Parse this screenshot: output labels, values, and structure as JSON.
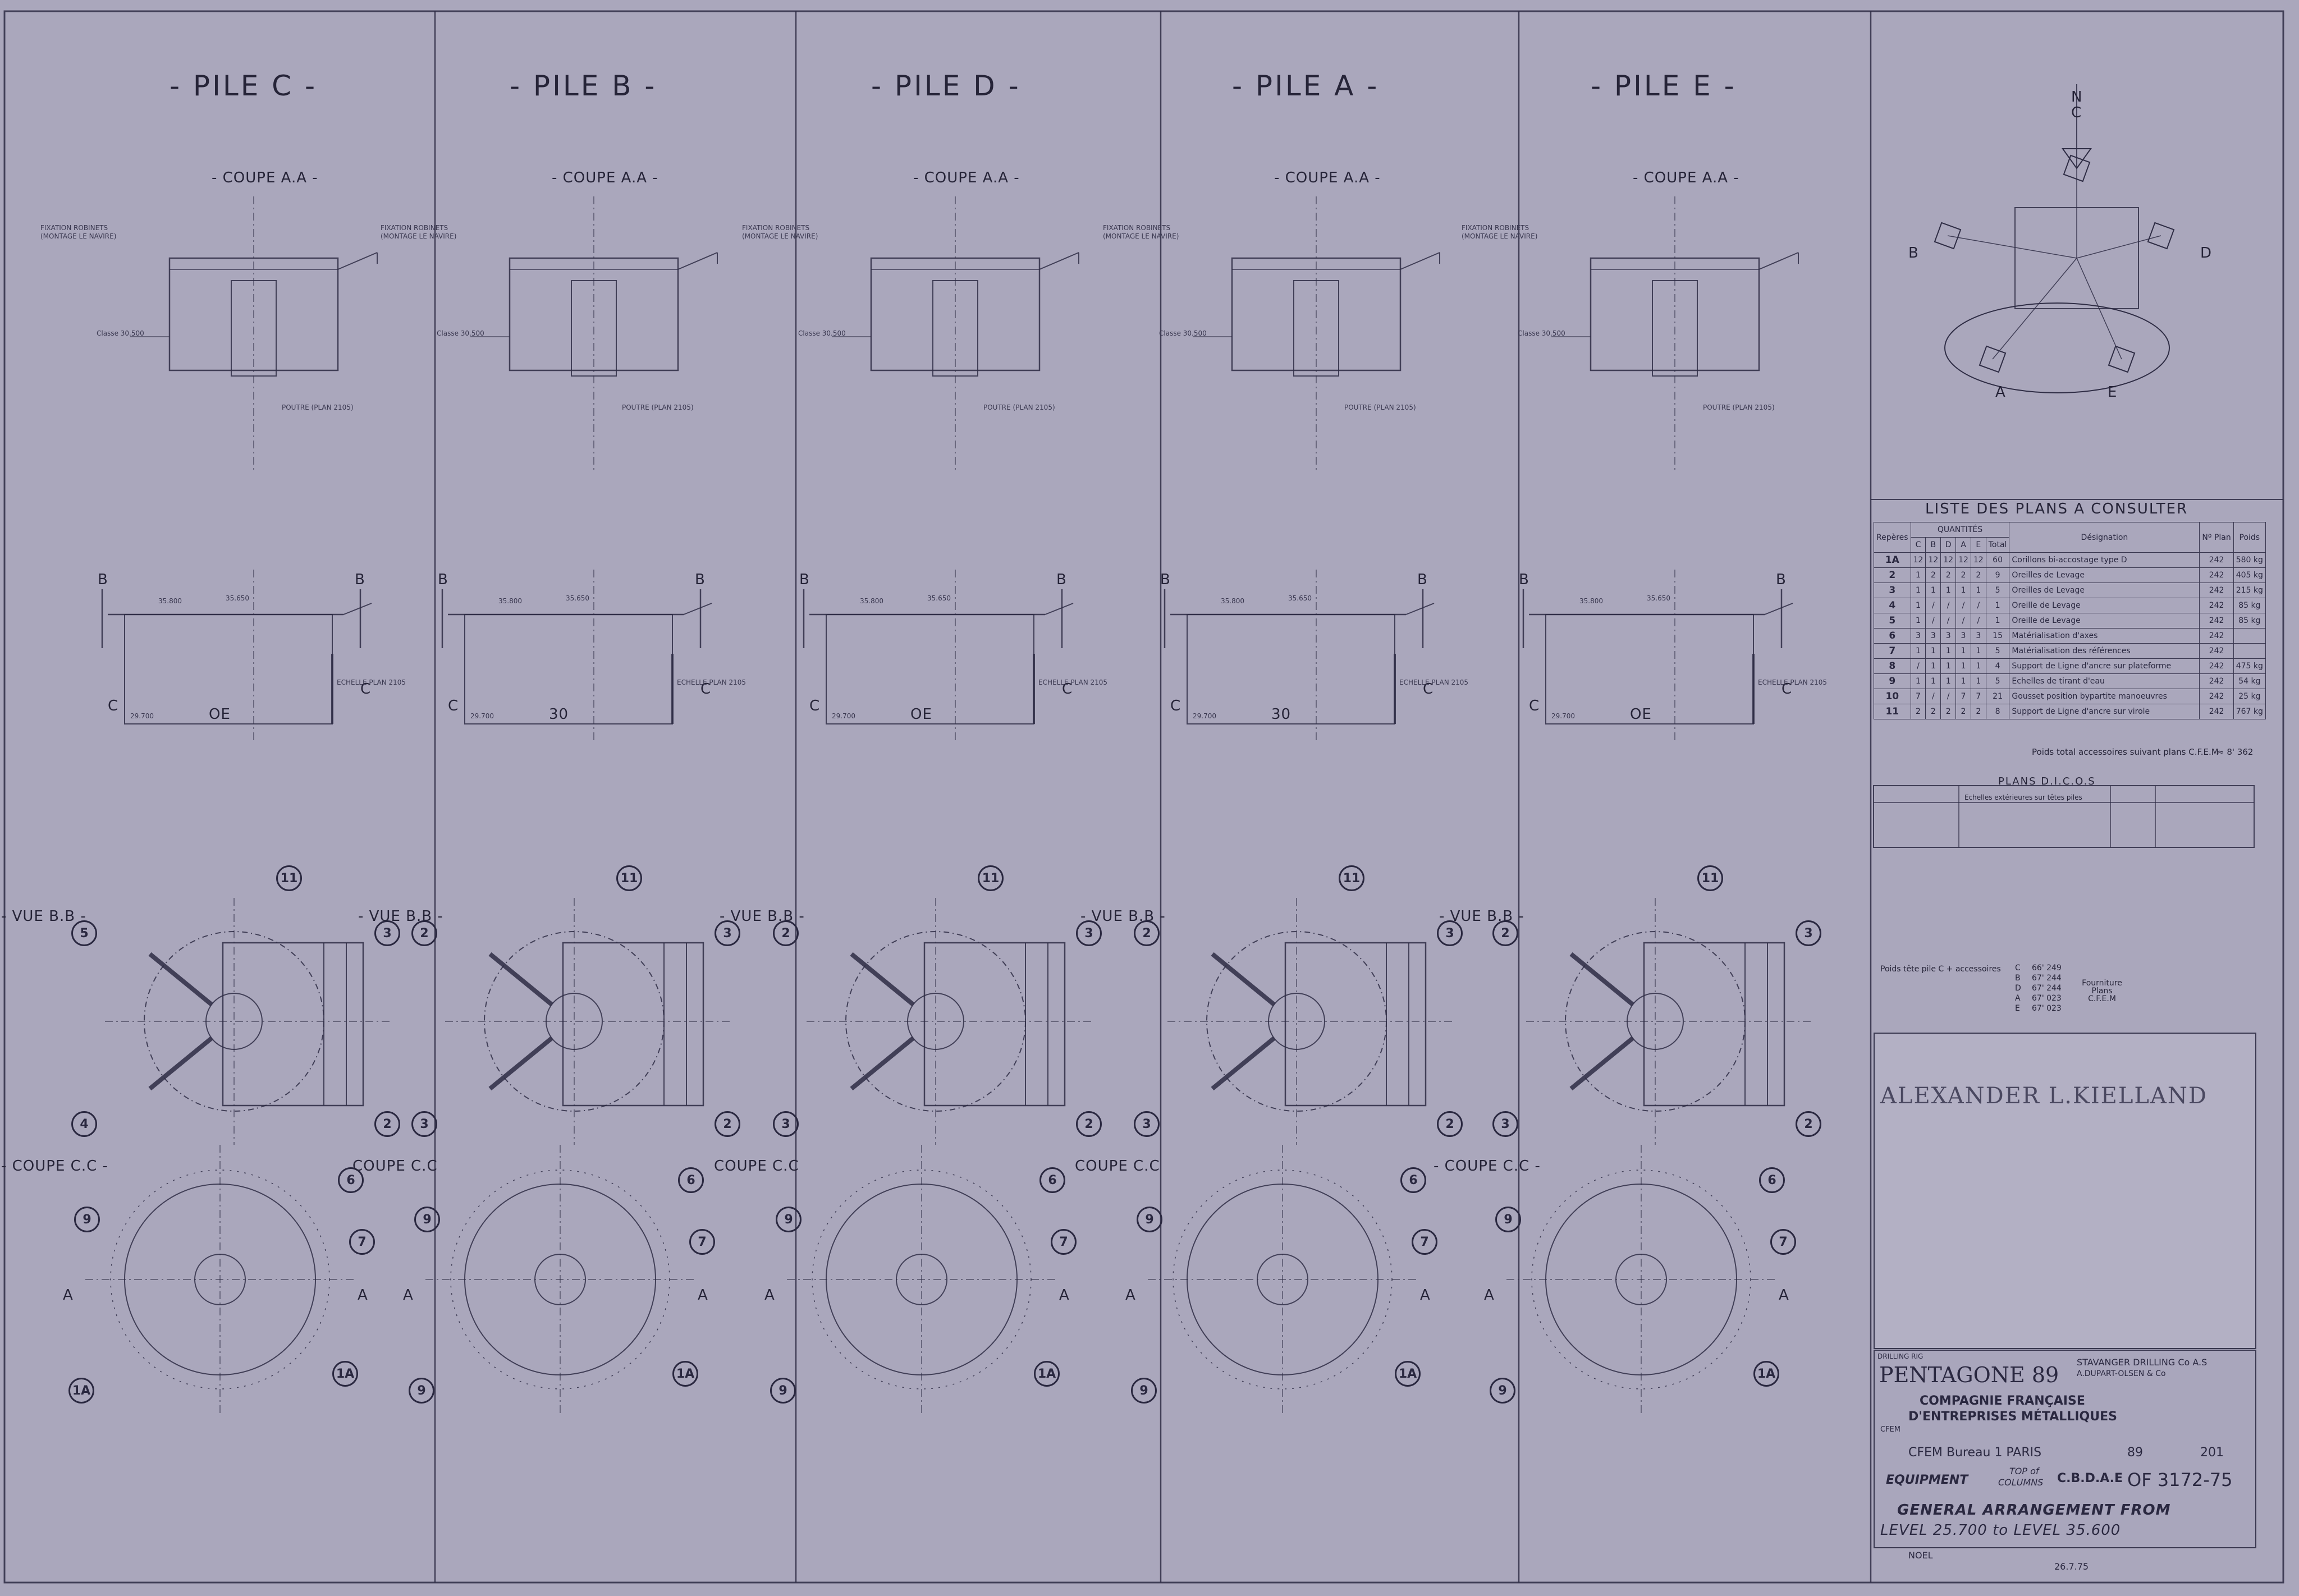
{
  "piles": [
    {
      "title": "- PILE C -",
      "coupe_aa": "- COUPE A.A -",
      "vue_bb": "- VUE B.B -",
      "coupe_cc": "- COUPE C.C -"
    },
    {
      "title": "- PILE B -",
      "coupe_aa": "- COUPE A.A -",
      "vue_bb": "- VUE B.B -",
      "coupe_cc": "COUPE C.C"
    },
    {
      "title": "- PILE D -",
      "coupe_aa": "- COUPE A.A -",
      "vue_bb": "- VUE B.B -",
      "coupe_cc": "COUPE C.C"
    },
    {
      "title": "- PILE A -",
      "coupe_aa": "- COUPE A.A -",
      "vue_bb": "- VUE B.B -",
      "coupe_cc": "COUPE C.C"
    },
    {
      "title": "- PILE E -",
      "coupe_aa": "- COUPE A.A -",
      "vue_bb": "- VUE B.B -",
      "coupe_cc": "- COUPE C.C -"
    }
  ],
  "drawing_labels": {
    "fixation": "FIXATION ROBINETS",
    "montage": "(MONTAGE LE NAVIRE)",
    "poutre": "POUTRE (PLAN 2105)",
    "cote_30500": "Classe 30.500",
    "cote_35650": "35.650",
    "cote_35800": "35.800",
    "cote_29700": "29.700",
    "mark_B": "B",
    "mark_C": "C",
    "mark_A": "A",
    "oe": "OE",
    "thirty": "30",
    "echelle": "ECHELLE PLAN 2105"
  },
  "layout_diagram": {
    "north": "N",
    "labels": [
      "C",
      "B",
      "D",
      "A",
      "E"
    ]
  },
  "parts_table": {
    "title": "LISTE DES PLANS A CONSULTER",
    "headers": [
      "Repères",
      "C",
      "B",
      "D",
      "A",
      "E",
      "Total",
      "Désignation",
      "Nº Plan",
      "Poids"
    ],
    "quantity_header": "QUANTITÉS",
    "rows": [
      {
        "ref": "1A",
        "c": "12",
        "b": "12",
        "d": "12",
        "a": "12",
        "e": "12",
        "tot": "60",
        "desig": "Corillons bi-accostage type D",
        "plan": "242",
        "poids": "580 kg"
      },
      {
        "ref": "2",
        "c": "1",
        "b": "2",
        "d": "2",
        "a": "2",
        "e": "2",
        "tot": "9",
        "desig": "Oreilles de Levage",
        "plan": "242",
        "poids": "405 kg"
      },
      {
        "ref": "3",
        "c": "1",
        "b": "1",
        "d": "1",
        "a": "1",
        "e": "1",
        "tot": "5",
        "desig": "Oreilles de Levage",
        "plan": "242",
        "poids": "215 kg"
      },
      {
        "ref": "4",
        "c": "1",
        "b": "/",
        "d": "/",
        "a": "/",
        "e": "/",
        "tot": "1",
        "desig": "Oreille de Levage",
        "plan": "242",
        "poids": "85 kg"
      },
      {
        "ref": "5",
        "c": "1",
        "b": "/",
        "d": "/",
        "a": "/",
        "e": "/",
        "tot": "1",
        "desig": "Oreille de Levage",
        "plan": "242",
        "poids": "85 kg"
      },
      {
        "ref": "6",
        "c": "3",
        "b": "3",
        "d": "3",
        "a": "3",
        "e": "3",
        "tot": "15",
        "desig": "Matérialisation d'axes",
        "plan": "242",
        "poids": ""
      },
      {
        "ref": "7",
        "c": "1",
        "b": "1",
        "d": "1",
        "a": "1",
        "e": "1",
        "tot": "5",
        "desig": "Matérialisation des références",
        "plan": "242",
        "poids": ""
      },
      {
        "ref": "8",
        "c": "/",
        "b": "1",
        "d": "1",
        "a": "1",
        "e": "1",
        "tot": "4",
        "desig": "Support de Ligne d'ancre sur plateforme",
        "plan": "242",
        "poids": "475 kg"
      },
      {
        "ref": "9",
        "c": "1",
        "b": "1",
        "d": "1",
        "a": "1",
        "e": "1",
        "tot": "5",
        "desig": "Echelles de tirant d'eau",
        "plan": "242",
        "poids": "54 kg"
      },
      {
        "ref": "10",
        "c": "7",
        "b": "/",
        "d": "/",
        "a": "7",
        "e": "7",
        "tot": "21",
        "desig": "Gousset position bypartite manoeuvres",
        "plan": "242",
        "poids": "25 kg"
      },
      {
        "ref": "11",
        "c": "2",
        "b": "2",
        "d": "2",
        "a": "2",
        "e": "2",
        "tot": "8",
        "desig": "Support de Ligne d'ancre sur virole",
        "plan": "242",
        "poids": "767 kg"
      }
    ],
    "poids_total": "Poids total accessoires suivant plans C.F.E.M",
    "poids_value": "≈ 8' 362"
  },
  "dicos": {
    "title": "PLANS D.I.C.O.S",
    "row": "Echelles extérieures sur têtes piles"
  },
  "weights": {
    "label": "Poids tête pile C + accessoires",
    "values": [
      "66' 249",
      "67' 244",
      "67' 244",
      "67' 023",
      "67' 023"
    ],
    "piles": [
      "C",
      "B",
      "D",
      "A",
      "E"
    ],
    "supplier": "Fourniture Plans C.F.E.M"
  },
  "title_block": {
    "rig_name": "ALEXANDER L.KIELLAND",
    "drilling_rig": "DRILLING RIG",
    "project": "PENTAGONE 89",
    "owner": "STAVANGER DRILLING Co A.S",
    "design": "A.DUPART-OLSEN & Co",
    "company_line1": "COMPAGNIE FRANÇAISE",
    "company_line2": "D'ENTREPRISES MÉTALLIQUES",
    "cfem": "CFEM",
    "bureau": "CFEM Bureau 1 PARIS",
    "sheet_a": "89",
    "sheet_b": "201",
    "equipment": "EQUIPMENT",
    "top_of": "TOP of",
    "columns": "COLUMNS",
    "code": "C.B.D.A.E",
    "drawing_no": "OF 3172-75",
    "title_line1": "GENERAL ARRANGEMENT FROM",
    "title_line2": "LEVEL 25.700 to LEVEL 35.600",
    "drawn_by": "NOEL",
    "date": "26.7.75"
  }
}
